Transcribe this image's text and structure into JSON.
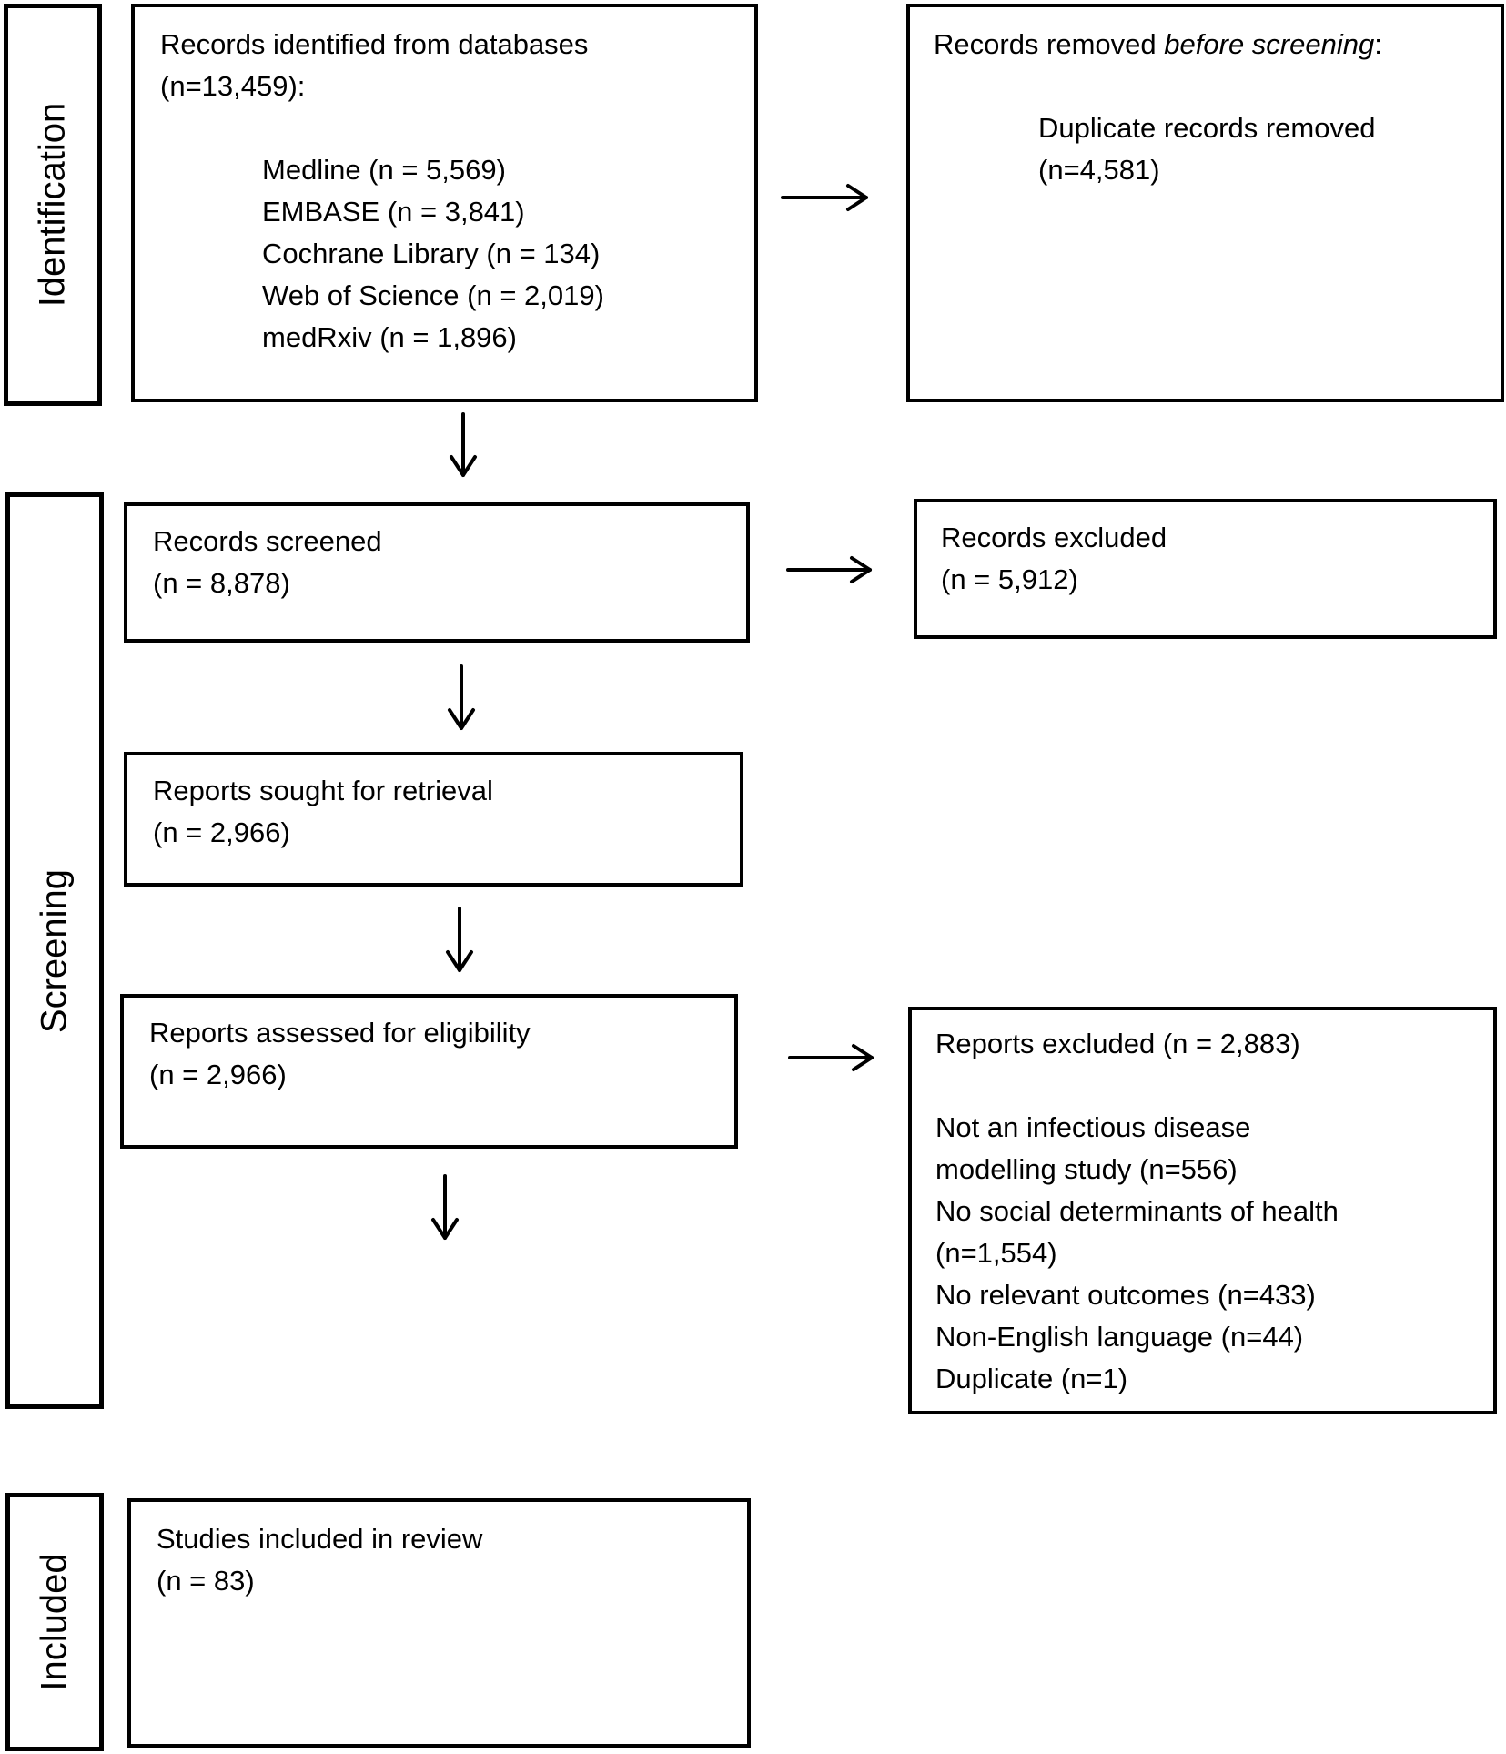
{
  "stages": {
    "identification": "Identification",
    "screening": "Screening",
    "included": "Included"
  },
  "identified": {
    "title": "Records identified from databases",
    "count": "(n=13,459):",
    "sources": [
      "Medline (n = 5,569)",
      "EMBASE (n = 3,841)",
      "Cochrane Library (n = 134)",
      "Web of Science (n = 2,019)",
      "medRxiv (n = 1,896)"
    ]
  },
  "removed": {
    "title_prefix": "Records removed ",
    "title_emph": "before screening",
    "title_suffix": ":",
    "line1": "Duplicate records removed",
    "line2": "(n=4,581)"
  },
  "screened": {
    "title": "Records screened",
    "count": "(n = 8,878)"
  },
  "excluded_records": {
    "title": "Records excluded",
    "count": "(n = 5,912)"
  },
  "sought": {
    "title": "Reports sought for retrieval",
    "count": "(n = 2,966)"
  },
  "assessed": {
    "title": "Reports assessed for eligibility",
    "count": "(n = 2,966)"
  },
  "reports_excluded": {
    "title": "Reports excluded (n = 2,883)",
    "reasons": [
      "Not an infectious disease",
      "modelling study (n=556)",
      "No social determinants of health",
      "(n=1,554)",
      "No relevant outcomes (n=433)",
      "Non-English language (n=44)",
      "Duplicate (n=1)"
    ]
  },
  "included": {
    "title": "Studies included in review",
    "count": "(n = 83)"
  }
}
